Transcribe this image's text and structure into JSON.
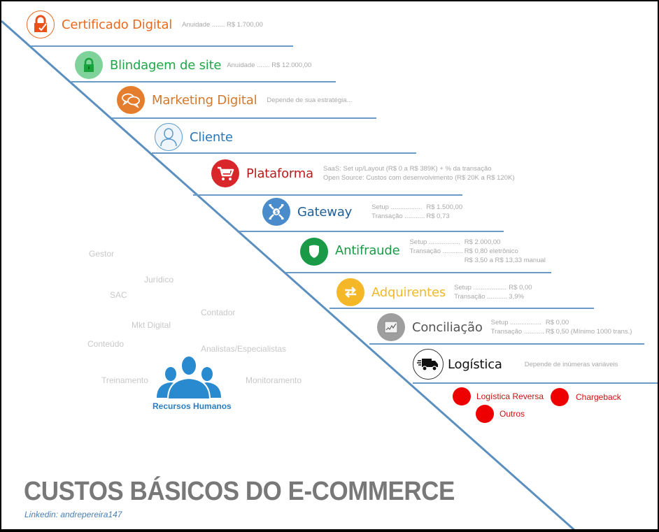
{
  "colors": {
    "line": "#6a9bc6",
    "certificado": "#e86a21",
    "blindagem": "#1fa848",
    "marketing": "#d4782c",
    "cliente": "#2a78b8",
    "plataforma": "#b81c1c",
    "gateway": "#1f5f9a",
    "antifraude": "#1a9a47",
    "adquirentes": "#f2b92a",
    "conciliacao": "#555555",
    "logistica": "#111111",
    "extras": "#ee0000",
    "hr": "#2a7fc2"
  },
  "items": [
    {
      "name": "Certificado Digital",
      "icon": "lock-check-icon",
      "desc": [
        "Anuidade ....... R$ 1.700,00"
      ]
    },
    {
      "name": "Blindagem de site",
      "icon": "padlock-icon",
      "desc": [
        "Anuidade ....... R$ 12.000,00"
      ]
    },
    {
      "name": "Marketing Digital",
      "icon": "speech-bubbles-icon",
      "desc": [
        "Depende de sua estratégia..."
      ]
    },
    {
      "name": "Cliente",
      "icon": "user-icon",
      "desc": []
    },
    {
      "name": "Plataforma",
      "icon": "shopping-cart-icon",
      "desc": [
        "SaaS: Set up/Layout (R$ 0 a R$ 389K) + % da transação",
        "Open Source: Custos com desenvolvimento (R$ 20K a R$ 120K)"
      ]
    },
    {
      "name": "Gateway",
      "icon": "money-network-icon",
      "desc": [
        [
          "Setup .................",
          "R$ 1.500,00"
        ],
        [
          "Transação ...........",
          "R$ 0,73"
        ]
      ]
    },
    {
      "name": "Antifraude",
      "icon": "shield-icon",
      "desc": [
        [
          "Setup .................",
          "R$ 2.000,00"
        ],
        [
          "Transação ...........",
          "R$ 0,80 eletrônico"
        ],
        [
          "",
          "R$ 3,50 a R$ 13,33  manual"
        ]
      ]
    },
    {
      "name": "Adquirentes",
      "icon": "transfer-arrows-icon",
      "desc": [
        [
          "Setup ..................",
          "R$ 0,00"
        ],
        [
          "Transação ...........",
          "3,9%"
        ]
      ]
    },
    {
      "name": "Conciliação",
      "icon": "chart-line-icon",
      "desc": [
        [
          "Setup .................",
          "R$ 0,00"
        ],
        [
          "Transação ...........",
          "R$ 0,50 (Mínimo 1000 trans.)"
        ]
      ]
    },
    {
      "name": "Logística",
      "icon": "delivery-truck-icon",
      "desc": [
        "Depende de inúmeras variáveis"
      ]
    }
  ],
  "extras": [
    "Logística Reversa",
    "Chargeback",
    "Outros"
  ],
  "human_resources": {
    "label": "Recursos Humanos",
    "roles": [
      "Gestor",
      "Jurídico",
      "SAC",
      "Contador",
      "Mkt Digital",
      "Conteúdo",
      "Analistas/Especialistas",
      "Treinamento",
      "Monitoramento"
    ]
  },
  "footer": {
    "title": "CUSTOS BÁSICOS DO E-COMMERCE",
    "linkedin": "Linkedin: andrepereira147"
  }
}
